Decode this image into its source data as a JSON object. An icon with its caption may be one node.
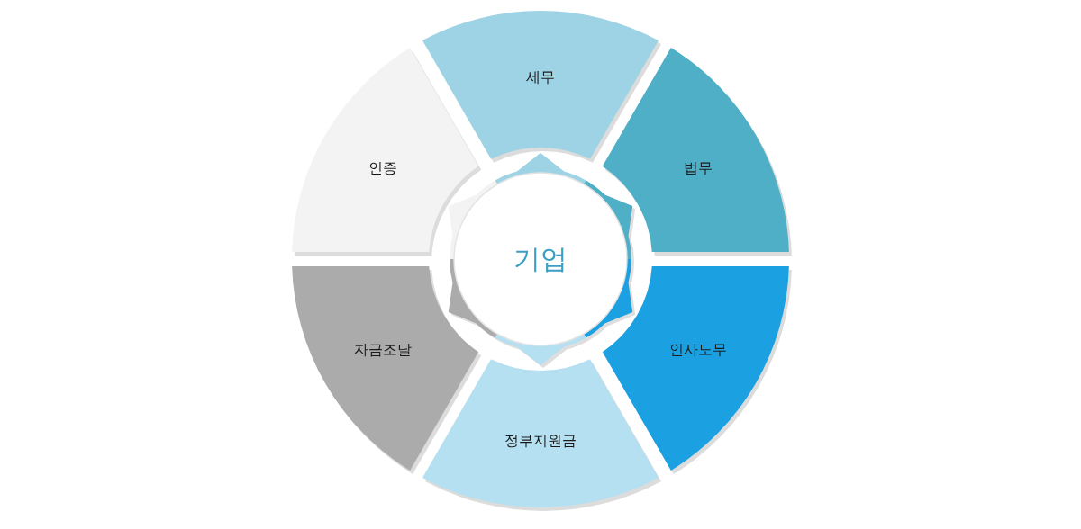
{
  "diagram": {
    "nodes": [
      {
        "text": [
          "기업"
        ]
      },
      {
        "text": [
          "세무"
        ]
      },
      {
        "text": [
          "법무"
        ]
      },
      {
        "text": [
          "인사노무"
        ]
      },
      {
        "text": [
          "정부지원금"
        ]
      },
      {
        "text": [
          "자금조달"
        ]
      },
      {
        "text": [
          "인증"
        ]
      }
    ]
  }
}
